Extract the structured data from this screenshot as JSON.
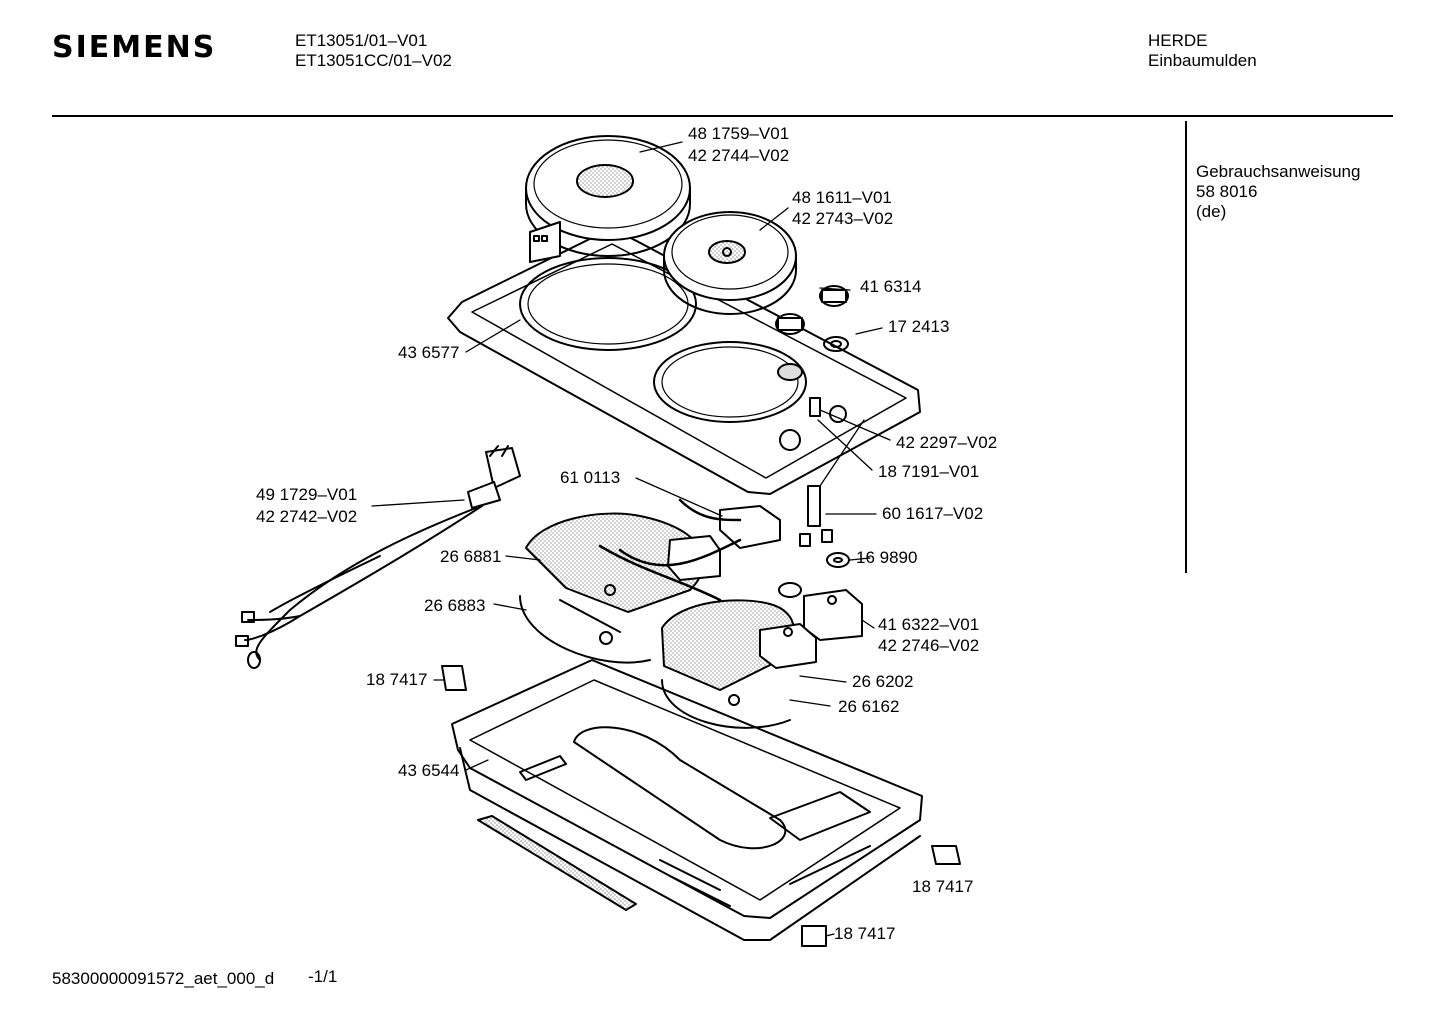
{
  "header": {
    "brand": "SIEMENS",
    "model_line_1": "ET13051/01–V01",
    "model_line_2": "ET13051CC/01–V02",
    "category": "HERDE",
    "subcategory": "Einbaumulden"
  },
  "sidebar": {
    "doc_title": "Gebrauchsanweisung",
    "doc_number": "58 8016",
    "doc_lang": "(de)"
  },
  "parts": {
    "p481759": "48 1759–V01",
    "p422744": "42 2744–V02",
    "p481611": "48 1611–V01",
    "p422743": "42 2743–V02",
    "p416314": "41 6314",
    "p172413": "17 2413",
    "p436577": "43 6577",
    "p422297": "42 2297–V02",
    "p187191": "18 7191–V01",
    "p610113": "61 0113",
    "p491729": "49 1729–V01",
    "p422742": "42 2742–V02",
    "p601617": "60 1617–V02",
    "p266881": "26 6881",
    "p169890": "16 9890",
    "p266883": "26 6883",
    "p416322": "41 6322–V01",
    "p422746": "42 2746–V02",
    "p187417a": "18 7417",
    "p266202": "26 6202",
    "p266162": "26 6162",
    "p436544": "43 6544",
    "p187417b": "18 7417",
    "p187417c": "18 7417"
  },
  "footer": {
    "doc_id": "58300000091572_aet_000_d",
    "page": "-1/1"
  }
}
